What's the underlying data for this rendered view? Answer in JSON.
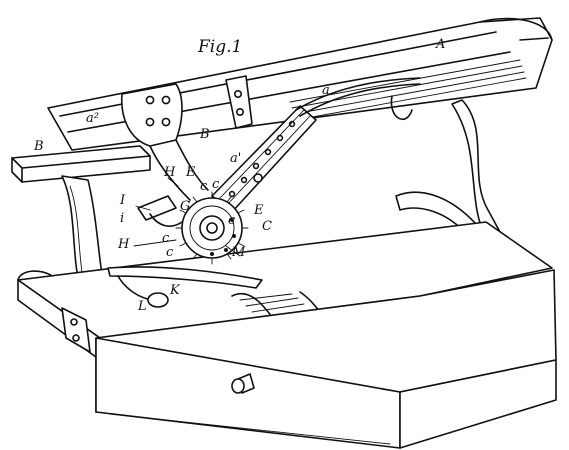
{
  "figure": {
    "title": "Fig.1",
    "labels": {
      "A": "A",
      "a": "a",
      "a2": "a²",
      "B_left": "B",
      "B_mid": "B",
      "a_prime": "a'",
      "H_top": "H",
      "E_top": "E",
      "c1": "c",
      "c2": "c",
      "I": "I",
      "i": "i",
      "G": "G",
      "E_right": "E",
      "C_right": "C",
      "c3": "c",
      "c4": "c",
      "c5": "c",
      "H_low": "H",
      "M": "M",
      "K": "K",
      "L": "L"
    }
  }
}
